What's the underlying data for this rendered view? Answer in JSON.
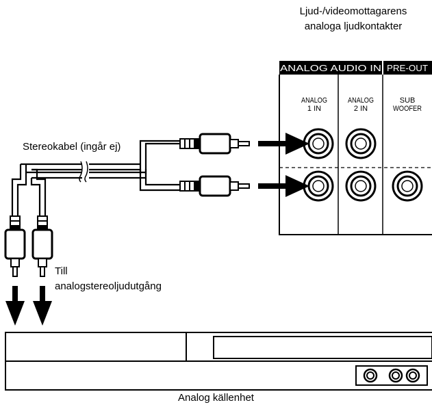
{
  "receiver": {
    "title_line1": "Ljud-/videomottagarens",
    "title_line2": "analoga ljudkontakter",
    "panel_header_left": "ANALOG AUDIO IN",
    "panel_header_right": "PRE-OUT",
    "jack_col1_line1": "ANALOG",
    "jack_col1_line2": "1 IN",
    "jack_col2_line1": "ANALOG",
    "jack_col2_line2": "2 IN",
    "jack_col3_line1": "SUB",
    "jack_col3_line2": "WOOFER"
  },
  "cable": {
    "label": "Stereokabel (ingår ej)",
    "target_line1": "Till",
    "target_line2": "analogstereoljudutgång"
  },
  "source": {
    "label": "Analog källenhet"
  },
  "colors": {
    "line": "#000000",
    "background": "#ffffff"
  }
}
